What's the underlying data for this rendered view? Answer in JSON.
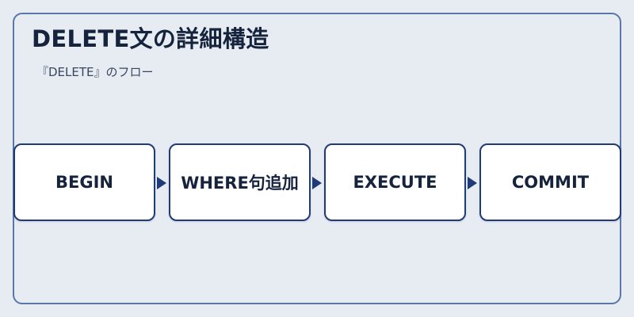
{
  "diagram": {
    "title": "DELETE文の詳細構造",
    "subtitle": "『DELETE』のフロー",
    "steps": [
      {
        "label": "BEGIN"
      },
      {
        "label": "WHERE句追加"
      },
      {
        "label": "EXECUTE"
      },
      {
        "label": "COMMIT"
      }
    ],
    "colors": {
      "background": "#e7ecf2",
      "frame_border": "#5b76a8",
      "box_border": "#213a78",
      "arrow": "#213a78",
      "text": "#15233c"
    }
  }
}
